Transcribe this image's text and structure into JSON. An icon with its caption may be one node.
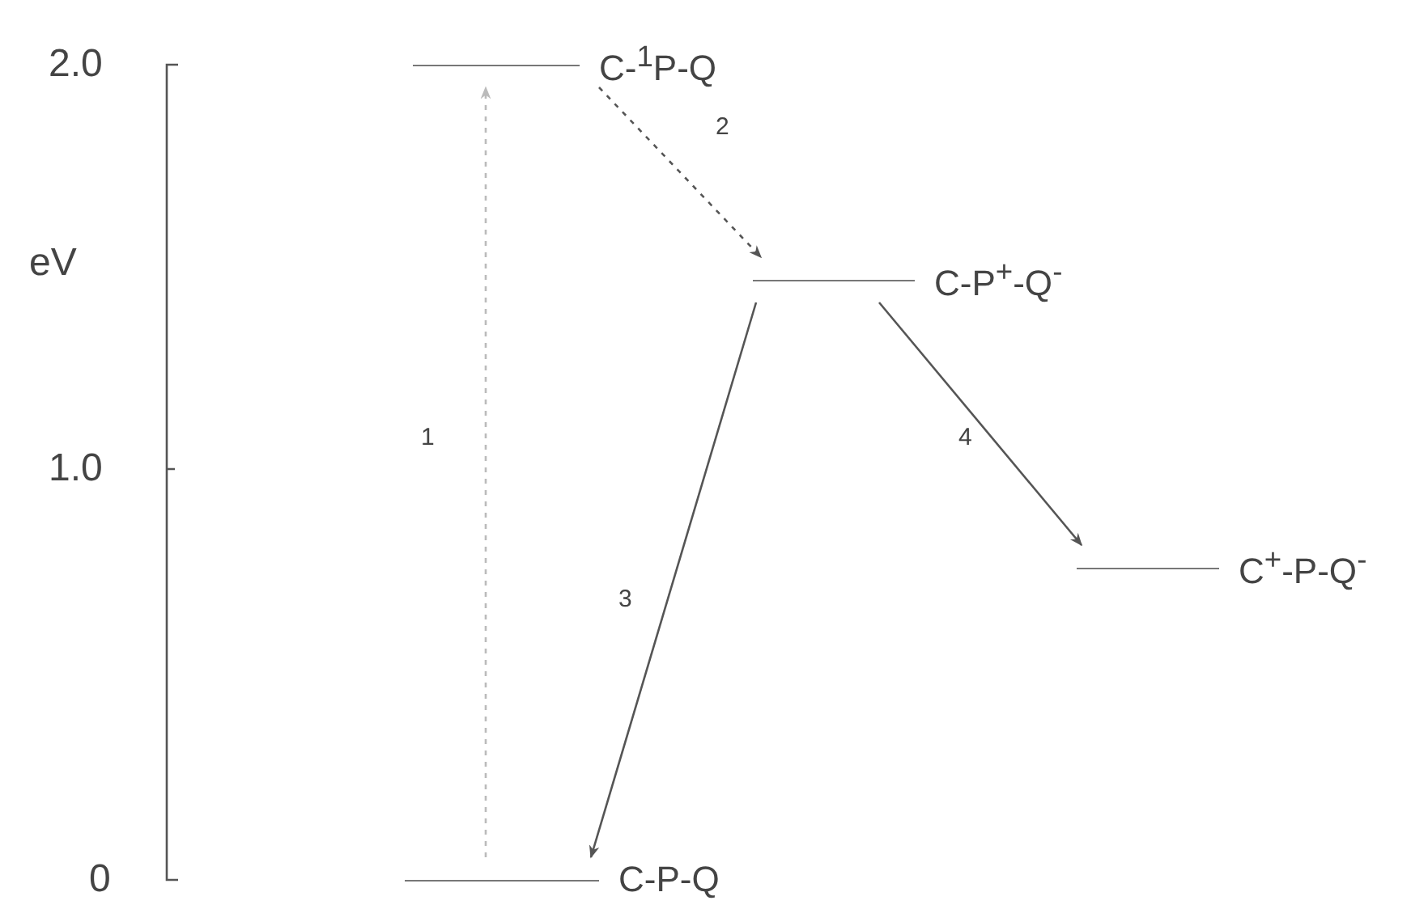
{
  "diagram": {
    "nodes": [
      {
        "text": [
          "C-$^{1}$P-Q"
        ]
      },
      {
        "text": [
          "C-P$^{+}$-Q$^{-}$"
        ]
      },
      {
        "text": [
          "C$^{+}$-P-Q$^{-}$"
        ]
      },
      {
        "text": [
          "C-P-Q"
        ]
      }
    ],
    "edges": [
      {
        "from": 3,
        "to": 0,
        "arrow": "to",
        "label": "1",
        "style": "dashed",
        "color": "#bbbbbb"
      },
      {
        "from": 0,
        "to": 1,
        "arrow": "to",
        "label": "2",
        "style": "dashed"
      },
      {
        "from": 1,
        "to": 3,
        "arrow": "to",
        "label": "3"
      },
      {
        "from": 1,
        "to": 2,
        "arrow": "to",
        "label": "4"
      }
    ],
    "labels": [
      "2.0",
      "eV",
      "1.0",
      "0"
    ]
  }
}
